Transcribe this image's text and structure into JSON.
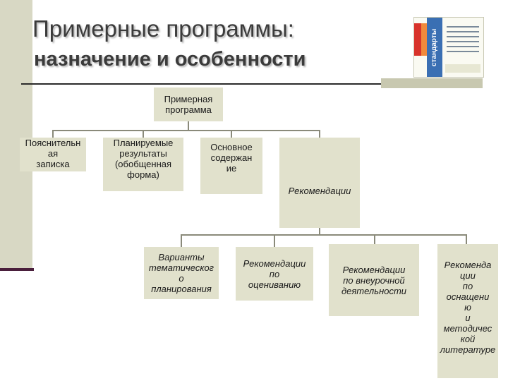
{
  "slide": {
    "title_line1": "Примерные программы:",
    "title_line2": "назначение и особенности"
  },
  "cover_image": {
    "spine_text": "стандарты"
  },
  "diagram": {
    "root": "Примерная\nпрограмма",
    "level1": [
      "Пояснительн\nая\nзаписка",
      "Планируемые\nрезультаты\n(обобщенная\nформа)",
      "Основное\nсодержан\nие",
      "Рекомендации"
    ],
    "level2": [
      "Варианты\nтематическог\nо\nпланирования",
      "Рекомендации\nпо\nоцениванию",
      "Рекомендации\nпо внеурочной\nдеятельности",
      "Рекоменда\nции\nпо\nоснащени\nю\nи\nметодичес\nкой\nлитературе"
    ]
  }
}
